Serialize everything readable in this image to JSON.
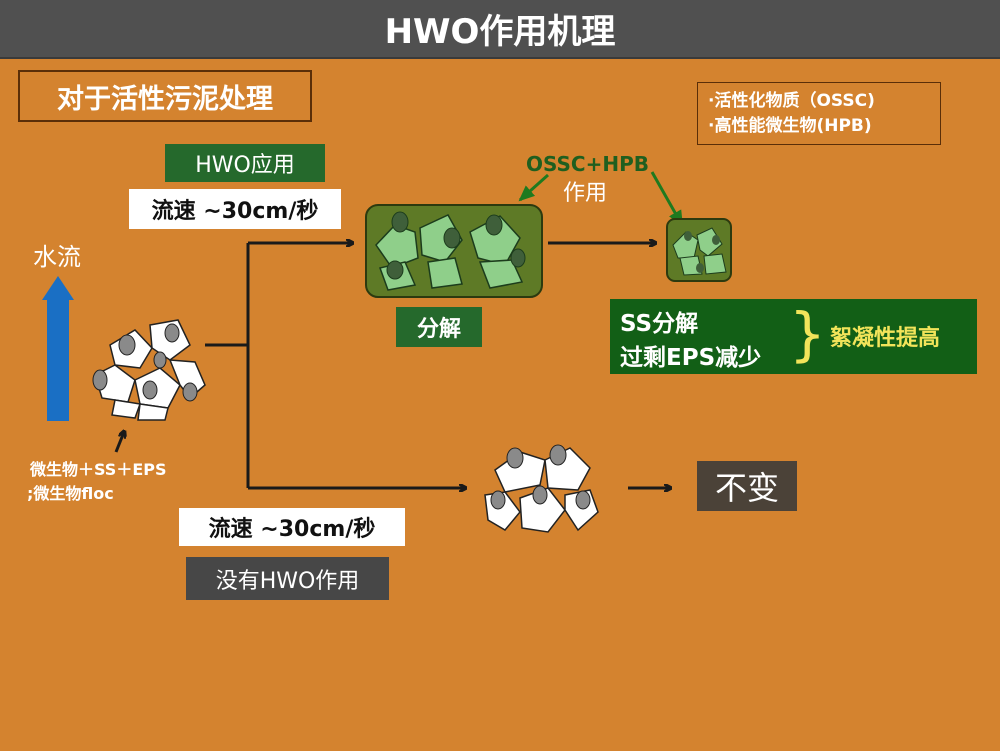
{
  "title": "HWO作用机理",
  "section_label": "对于活性污泥处理",
  "legend": {
    "line1": "·活性化物质（OSSC)",
    "line2": "·高性能微生物(HPB)"
  },
  "water_flow_label": "水流",
  "floc_label": {
    "line1": "微生物＋SS＋EPS",
    "line2": ";微生物floc"
  },
  "top_branch": {
    "condition": "HWO应用",
    "flow_speed": "流速  ~30cm/秒",
    "decompose_label": "分解",
    "agent_line1": "OSSC+HPB",
    "agent_line2": "作用",
    "result_line1": "SS分解",
    "result_line2": "过剩EPS减少",
    "result_brace": "}",
    "result_effect": "絮凝性提高"
  },
  "bottom_branch": {
    "flow_speed": "流速  ~30cm/秒",
    "condition": "没有HWO作用",
    "outcome": "不变"
  },
  "colors": {
    "background": "#d4832f",
    "title_bar": "#505050",
    "green_label": "#25692c",
    "result_box": "#125f16",
    "effect_text": "#f2e45a",
    "floc_green": "#8fcf8a",
    "floc_dark": "#2e5a2e",
    "floc_box": "#5e7a26",
    "arrow": "#1a1a1a",
    "water_arrow": "#1a6fc4"
  }
}
